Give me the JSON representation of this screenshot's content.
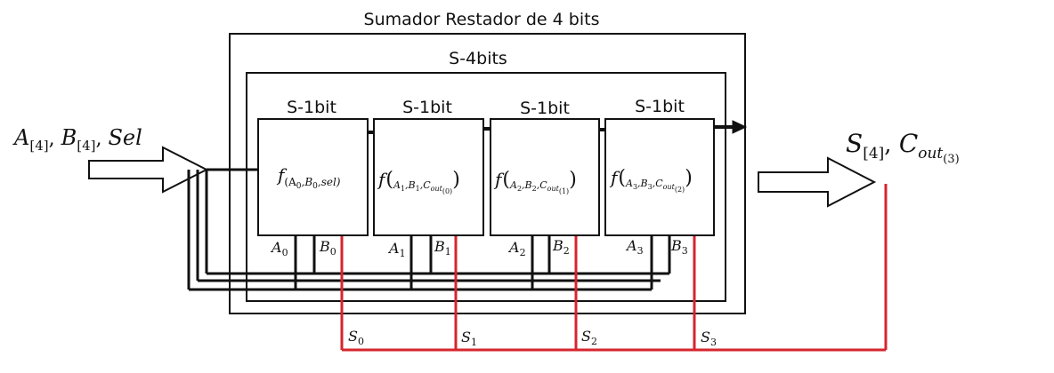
{
  "outer": {
    "title": "Sumador Restador de 4 bits"
  },
  "inner": {
    "title": "S-4bits"
  },
  "input": {
    "main": "A",
    "idx_a": "[4]",
    "sep1": ", ",
    "main_b": "B",
    "idx_b": "[4]",
    "sep2": ", ",
    "sel": "Sel"
  },
  "output": {
    "main": "S",
    "idx": "[4]",
    "sep": ", ",
    "cout": "C",
    "cout_sub": "out",
    "cout_idx": "(3)"
  },
  "blocks": [
    {
      "label": "S-1bit",
      "f": "f",
      "f1": "(A",
      "f1s": "0",
      "f2": ",B",
      "f2s": "0",
      "f3": ",sel)",
      "f4": "",
      "f5": "",
      "a": "A",
      "as": "0",
      "b": "B",
      "bs": "0",
      "s": "S",
      "ss": "0"
    },
    {
      "label": "S-1bit",
      "f": "f",
      "f1": "A",
      "f1s": "1",
      "f2": ",B",
      "f2s": "1",
      "f3": ",C",
      "f4": "out",
      "f5": "(0)",
      "a": "A",
      "as": "1",
      "b": "B",
      "bs": "1",
      "s": "S",
      "ss": "1"
    },
    {
      "label": "S-1bit",
      "f": "f",
      "f1": "A",
      "f1s": "2",
      "f2": ",B",
      "f2s": "2",
      "f3": ",C",
      "f4": "out",
      "f5": "(1)",
      "a": "A",
      "as": "2",
      "b": "B",
      "bs": "2",
      "s": "S",
      "ss": "2"
    },
    {
      "label": "S-1bit",
      "f": "f",
      "f1": "A",
      "f1s": "3",
      "f2": ",B",
      "f2s": "3",
      "f3": ",C",
      "f4": "out",
      "f5": "(2)",
      "a": "A",
      "as": "3",
      "b": "B",
      "bs": "3",
      "s": "S",
      "ss": "3"
    }
  ],
  "colors": {
    "wire": "#111111",
    "sum_bus": "#d6252e"
  }
}
